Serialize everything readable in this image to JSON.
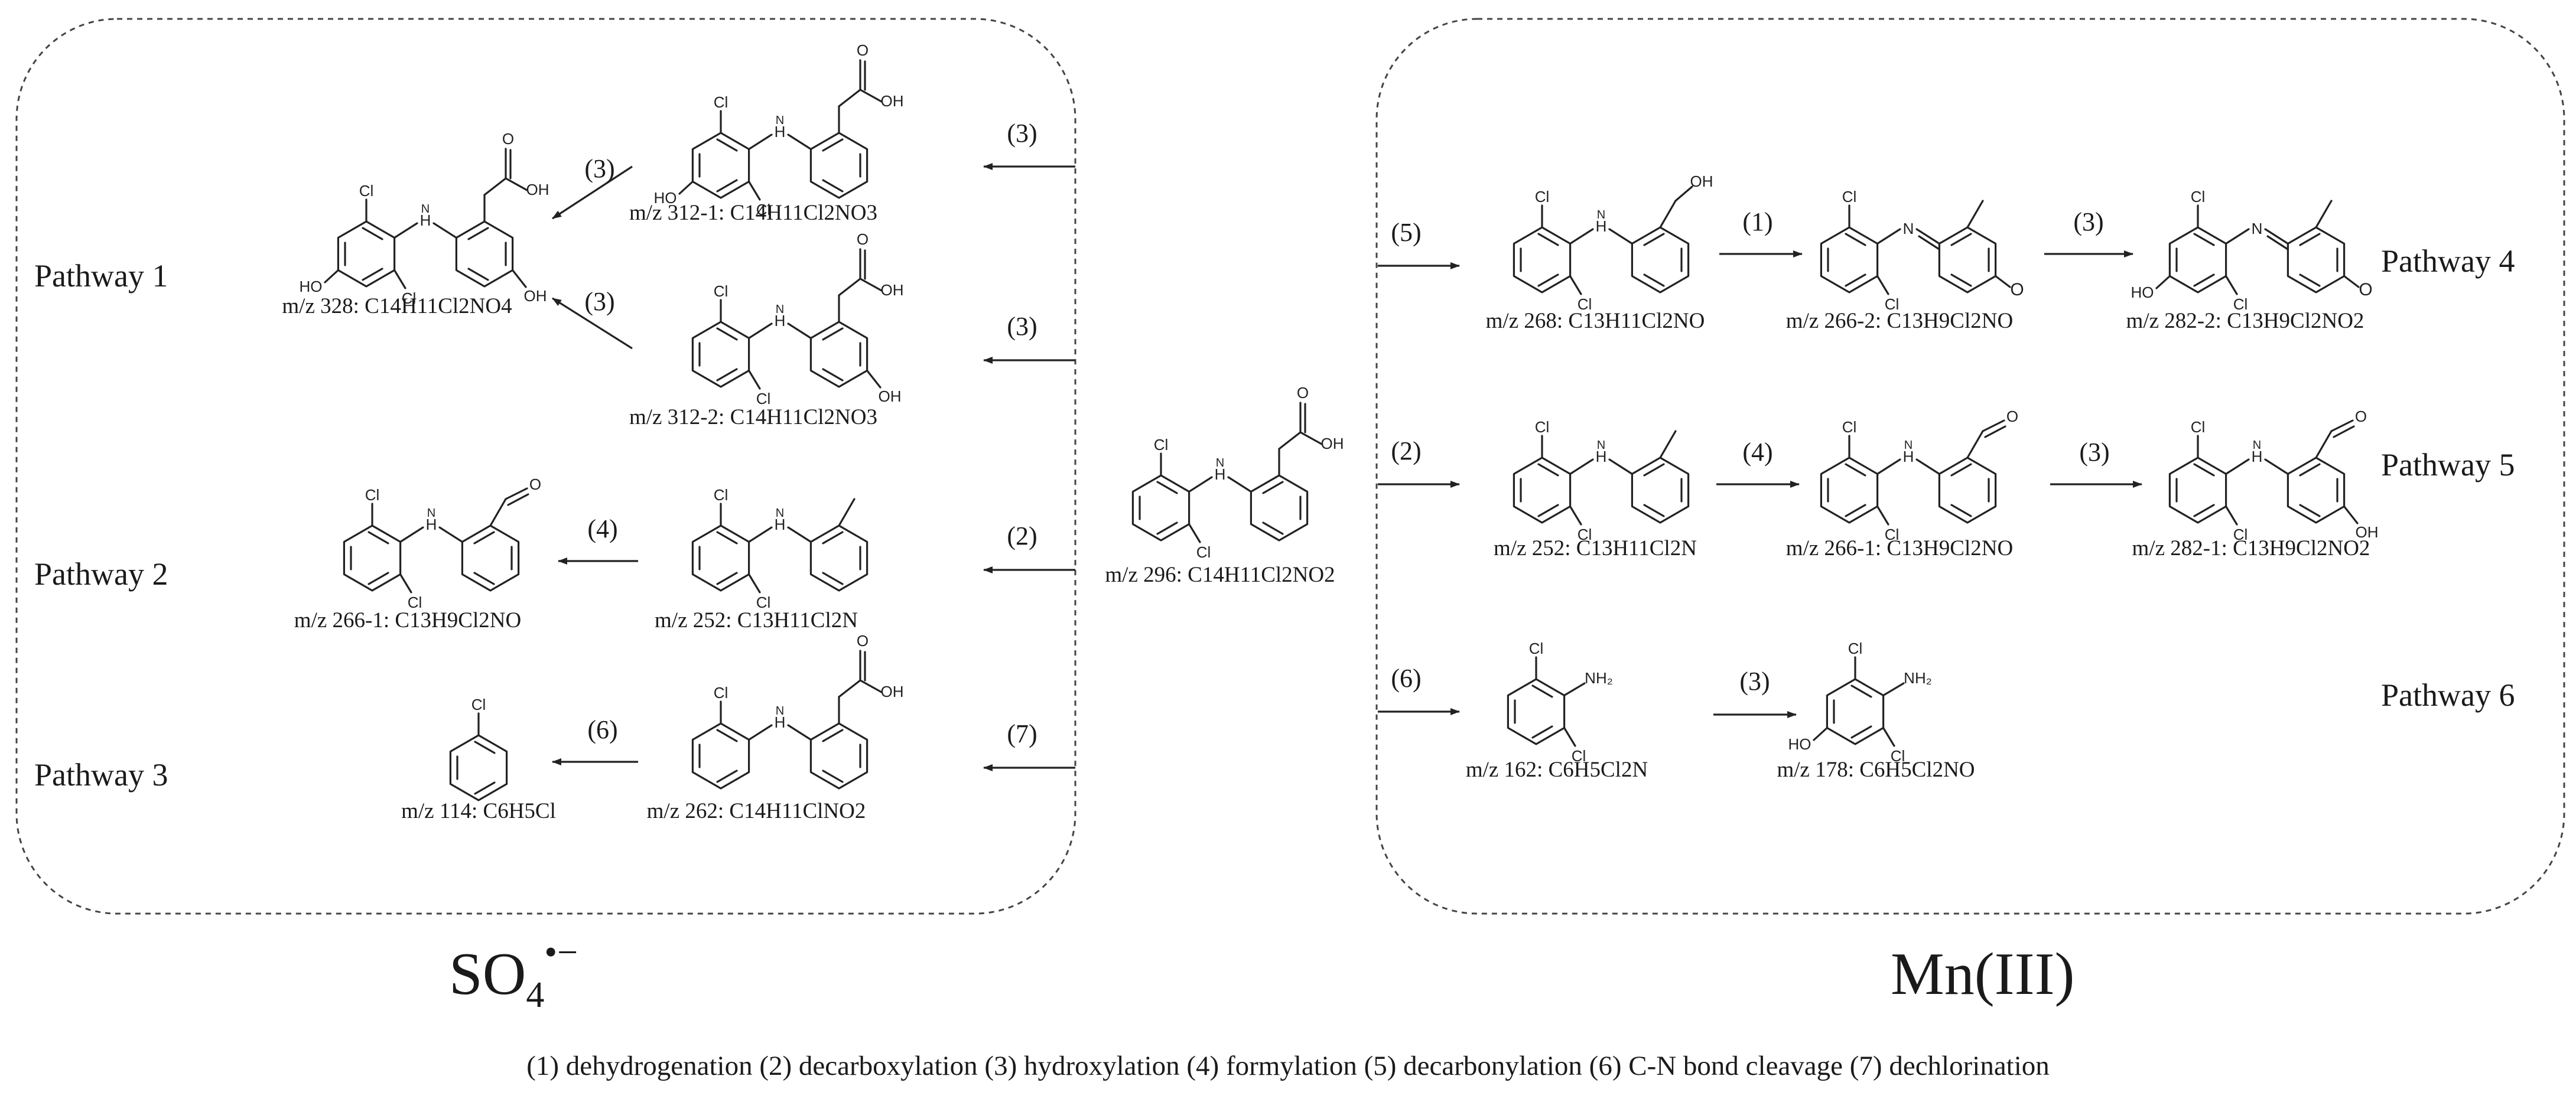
{
  "panels": {
    "left_label": "SO4•−",
    "left_label_parts": {
      "base": "SO",
      "sub": "4",
      "sup": "•−"
    },
    "right_label": "Mn(III)"
  },
  "pathways": [
    "Pathway 1",
    "Pathway 2",
    "Pathway 3",
    "Pathway 4",
    "Pathway 5",
    "Pathway 6"
  ],
  "compounds": {
    "parent": "m/z 296: C14H11Cl2NO2",
    "c312_1": "m/z 312-1: C14H11Cl2NO3",
    "c312_2": "m/z 312-2: C14H11Cl2NO3",
    "c328": "m/z 328: C14H11Cl2NO4",
    "c252_left": "m/z 252: C13H11Cl2N",
    "c266_1_left": "m/z 266-1: C13H9Cl2NO",
    "c262": "m/z 262: C14H11ClNO2",
    "c114": "m/z 114: C6H5Cl",
    "c268": "m/z 268: C13H11Cl2NO",
    "c266_2": "m/z 266-2: C13H9Cl2NO",
    "c282_2": "m/z 282-2: C13H9Cl2NO2",
    "c252_right": "m/z 252: C13H11Cl2N",
    "c266_1_right": "m/z 266-1: C13H9Cl2NO",
    "c282_1": "m/z 282-1: C13H9Cl2NO2",
    "c162": "m/z 162: C6H5Cl2N",
    "c178": "m/z 178: C6H5Cl2NO"
  },
  "steps": {
    "l_312_1": "(3)",
    "l_328_a": "(3)",
    "l_312_2": "(3)",
    "l_328_b": "(3)",
    "l_252": "(2)",
    "l_266": "(4)",
    "l_262": "(7)",
    "l_114": "(6)",
    "r_268": "(5)",
    "r_266_2": "(1)",
    "r_282_2": "(3)",
    "r_252": "(2)",
    "r_266_1": "(4)",
    "r_282_1": "(3)",
    "r_162": "(6)",
    "r_178": "(3)"
  },
  "atoms": {
    "cl": "Cl",
    "nh": "H",
    "n": "N",
    "oh": "OH",
    "ho": "HO",
    "o": "O",
    "nh2": "NH₂"
  },
  "legend": "(1) dehydrogenation (2) decarboxylation (3) hydroxylation (4) formylation (5) decarbonylation (6) C-N bond cleavage (7) dechlorination"
}
